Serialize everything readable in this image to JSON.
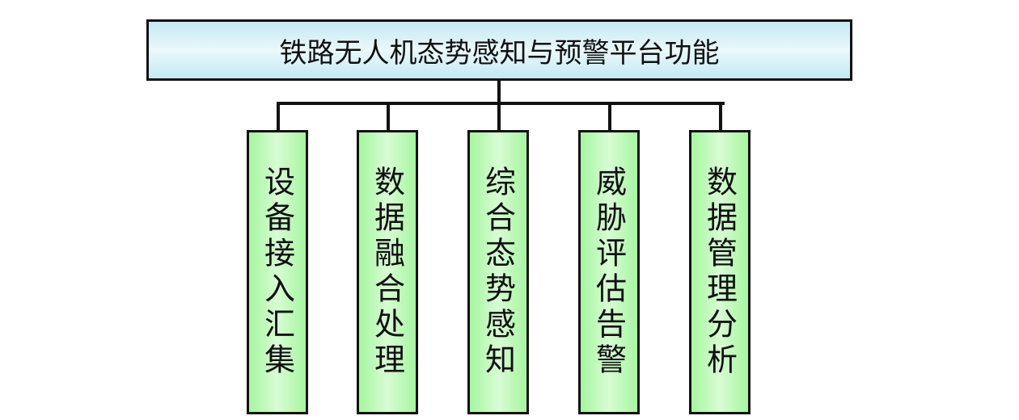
{
  "title": "铁路无人机态势感知与预警平台功能",
  "functions": [
    "设备接入汇集",
    "数据融合处理",
    "综合态势感知",
    "威胁评估告警",
    "数据管理分析"
  ]
}
